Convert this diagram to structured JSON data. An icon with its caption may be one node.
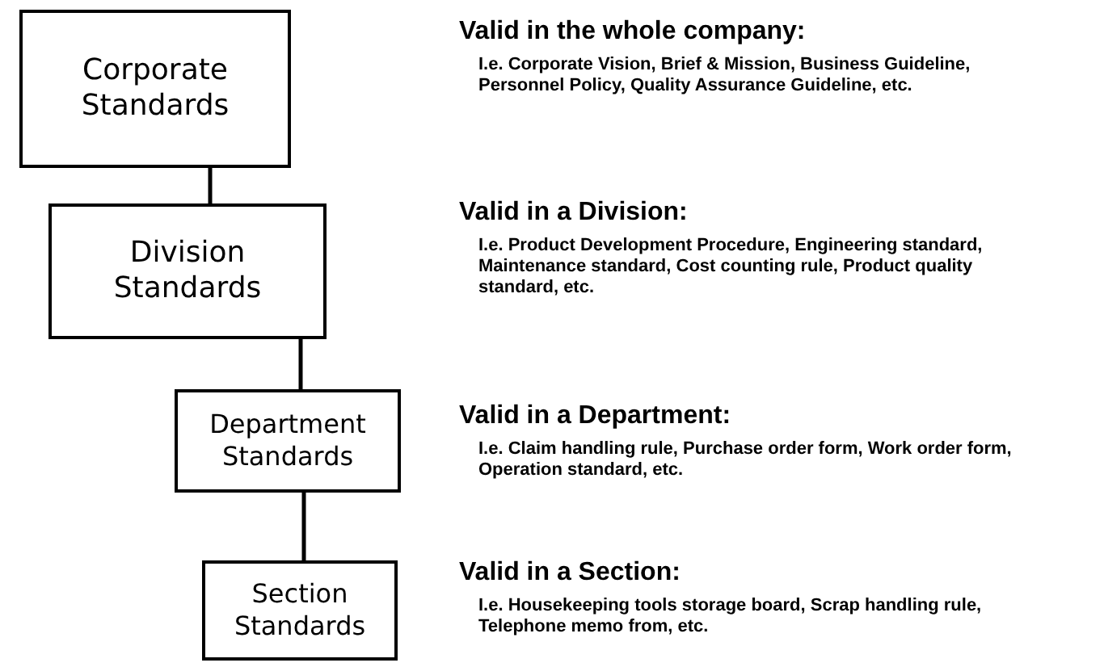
{
  "diagram": {
    "nodes": [
      {
        "text": [
          "Corporate Standards"
        ],
        "beside": [
          "Valid in the whole company:",
          "I.e. Corporate Vision, Brief & Mission, Business Guideline, Personnel Policy, Quality Assurance Guideline, etc."
        ]
      },
      {
        "text": [
          "Division Standards"
        ],
        "beside": [
          "Valid in a Division:",
          "I.e. Product Development Procedure, Engineering standard, Maintenance standard, Cost counting rule, Product quality standard, etc."
        ]
      },
      {
        "text": [
          "Department Standards"
        ],
        "beside": [
          "Valid in a Department:",
          "I.e. Claim handling rule, Purchase order form, Work order form, Operation standard, etc."
        ]
      },
      {
        "text": [
          "Section Standards"
        ],
        "beside": [
          "Valid in a Section:",
          "I.e. Housekeeping tools storage board, Scrap handling rule, Telephone memo from, etc."
        ]
      }
    ],
    "edges": [
      {
        "from": 0,
        "to": 1,
        "arrow": "none"
      },
      {
        "from": 1,
        "to": 2,
        "arrow": "none"
      },
      {
        "from": 2,
        "to": 3,
        "arrow": "none"
      }
    ]
  }
}
